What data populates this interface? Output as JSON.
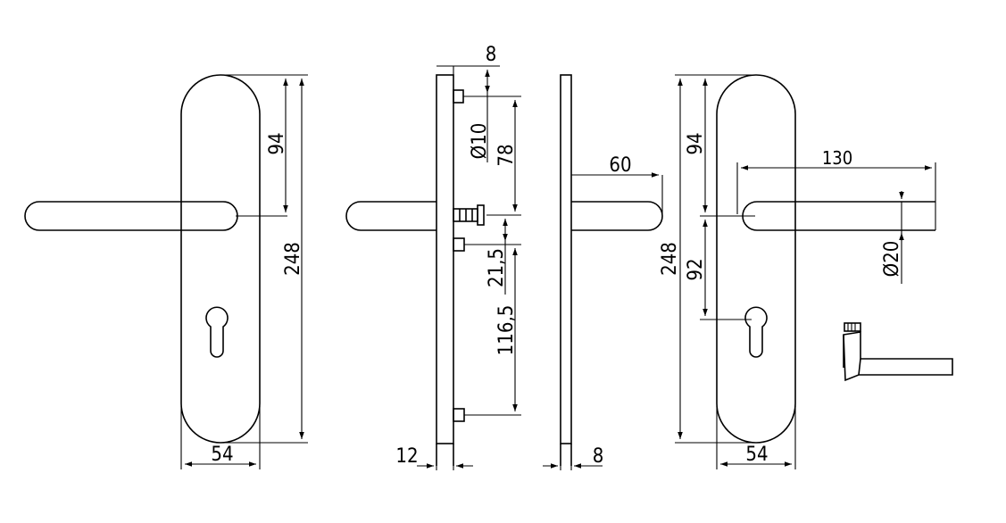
{
  "front_view": {
    "height": "248",
    "handle_offset": "94",
    "width": "54"
  },
  "side_view": {
    "top_thickness": "8",
    "pin_diameter": "Ø10",
    "pin_spacing": "78",
    "spacing_upper": "21,5",
    "spacing_lower": "116,5",
    "plate_thickness": "12"
  },
  "side_view_2": {
    "handle_projection": "60",
    "plate_thickness": "8"
  },
  "back_view": {
    "height": "248",
    "handle_offset": "94",
    "key_offset": "92",
    "width": "54",
    "handle_length": "130",
    "handle_diameter": "Ø20"
  }
}
